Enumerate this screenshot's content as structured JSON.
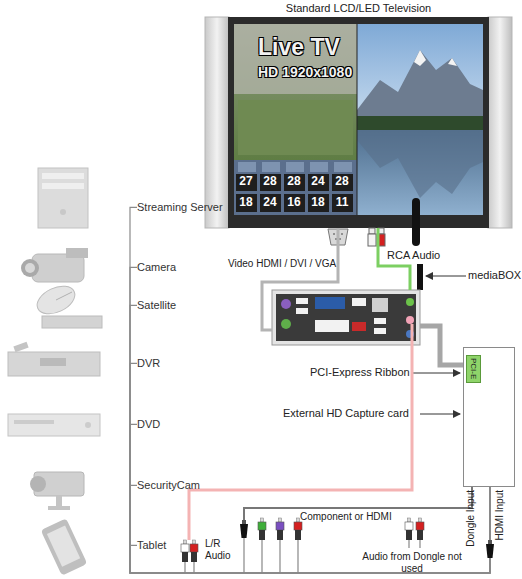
{
  "diagram": {
    "nodes": [
      {
        "text": [
          "Standard LCD/LED Television"
        ]
      },
      {
        "text": [
          "mediaBOX"
        ]
      },
      {
        "text": [
          "PCI-E"
        ]
      },
      {
        "text": [
          "Streaming Server"
        ]
      },
      {
        "text": [
          "Camera"
        ]
      },
      {
        "text": [
          "Satellite"
        ]
      },
      {
        "text": [
          "DVR"
        ]
      },
      {
        "text": [
          "DVD"
        ]
      },
      {
        "text": [
          "SecurityCam"
        ]
      },
      {
        "text": [
          "Tablet"
        ]
      }
    ],
    "edges": [
      {
        "from": 1,
        "to": 0,
        "label": "Video HDMI / DVI / VGA",
        "arrow": "none"
      },
      {
        "from": 1,
        "to": 0,
        "label": "RCA Audio",
        "arrow": "none"
      },
      {
        "from": 1,
        "to": 2,
        "arrow": "none"
      },
      {
        "from": 3,
        "to": 2,
        "arrow": "none"
      },
      {
        "from": 4,
        "to": 2,
        "arrow": "none"
      },
      {
        "from": 5,
        "to": 2,
        "arrow": "none"
      },
      {
        "from": 6,
        "to": 2,
        "arrow": "none"
      },
      {
        "from": 7,
        "to": 2,
        "arrow": "none"
      },
      {
        "from": 8,
        "to": 2,
        "arrow": "none"
      },
      {
        "from": 9,
        "to": 2,
        "arrow": "none"
      }
    ],
    "labels": [
      "Live TV",
      "HD 1920x1080",
      "27",
      "28",
      "28",
      "24",
      "28",
      "18",
      "24",
      "16",
      "18",
      "11",
      "PCI-Express Ribbon",
      "External HD Capture card",
      "Dongle Input",
      "HDMI Input",
      "L/R Audio",
      "Component or HDMI",
      "Audio from Dongle not used"
    ]
  }
}
